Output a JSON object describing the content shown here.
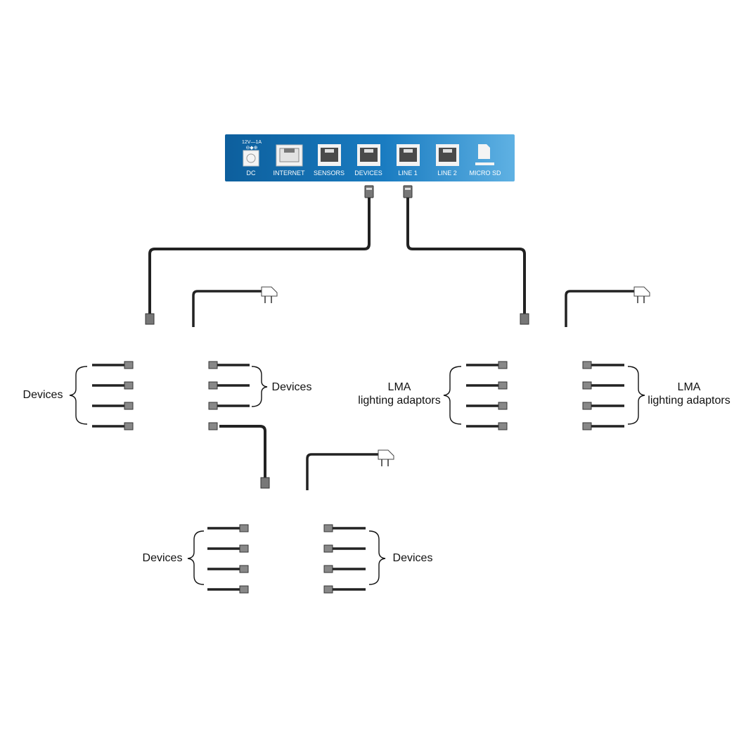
{
  "router": {
    "power_rating": "12V—1A",
    "polarity_symbol": "⊖◆⊕",
    "ports": [
      "DC",
      "INTERNET",
      "SENSORS",
      "DEVICES",
      "LINE 1",
      "LINE 2",
      "MICRO SD"
    ],
    "accent_color": "#1677b8"
  },
  "labels": {
    "left_hub_left": "Devices",
    "left_hub_right": "Devices",
    "right_hub_left": [
      "LMA",
      "lighting adaptors"
    ],
    "right_hub_right": [
      "LMA",
      "lighting adaptors"
    ],
    "bottom_hub_left": "Devices",
    "bottom_hub_right": "Devices"
  },
  "icons": [
    "power-jack-icon",
    "ethernet-port-icon",
    "rj11-port-icon",
    "microsd-icon",
    "rj-plug-icon",
    "power-plug-icon",
    "brace-icon"
  ]
}
